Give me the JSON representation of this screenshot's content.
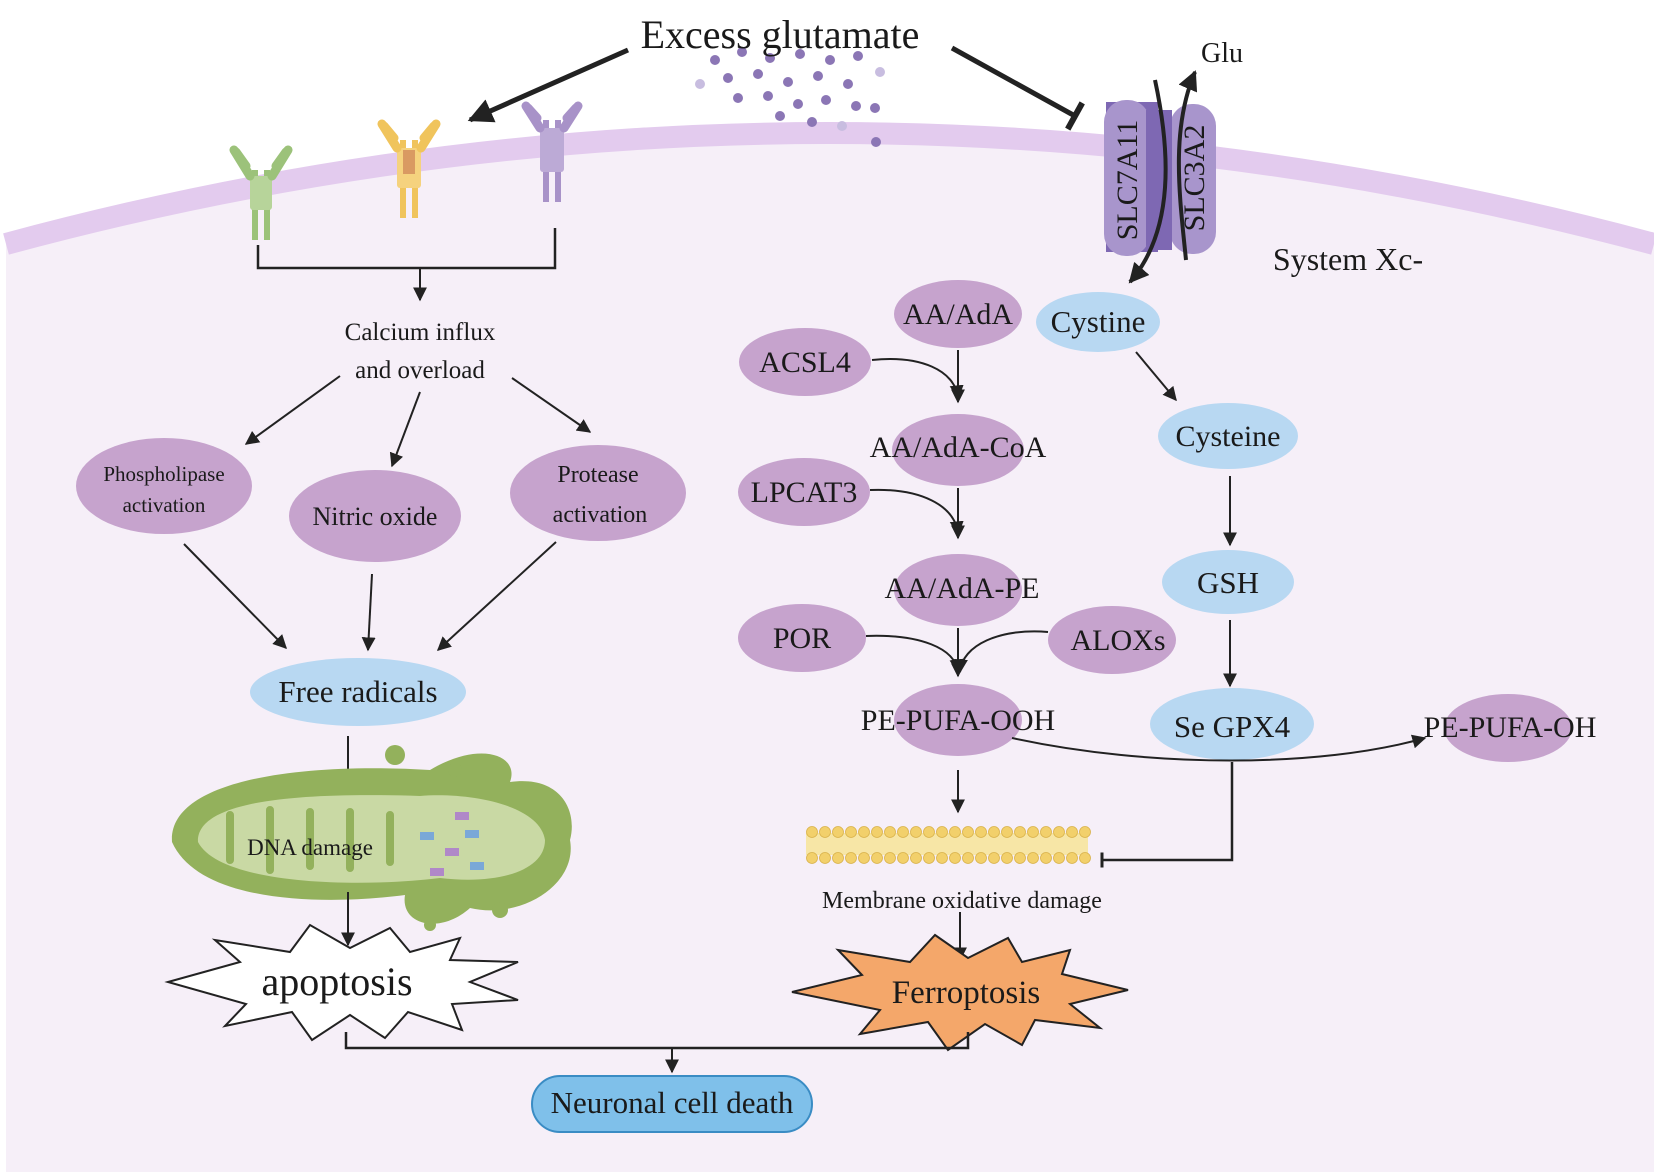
{
  "title": "Excess glutamate",
  "colors": {
    "cytoplasm": "#f6eff8",
    "membrane": "#e3cbee",
    "lilac_node": "#c6a3cd",
    "blue_node": "#b8d8f2",
    "death_node": "#7fc0ea",
    "ferroptosis": "#f4a76a",
    "mito_outer": "#93b15c",
    "mito_inner": "#c9d9a4",
    "receptor_green": "#9cc27a",
    "receptor_yellow": "#f0c45c",
    "receptor_purple": "#a892c8",
    "transporter": "#7e68b3",
    "lipid": "#f2d06b"
  },
  "labels": {
    "glu": "Glu",
    "slc7a11": "SLC7A11",
    "slc3a2": "SLC3A2",
    "system_xc": "System Xc-",
    "calcium_line1": "Calcium influx",
    "calcium_line2": "and overload",
    "phospholipase_line1": "Phospholipase",
    "phospholipase_line2": "activation",
    "nitric_oxide": "Nitric oxide",
    "protease_line1": "Protease",
    "protease_line2": "activation",
    "free_radicals": "Free radicals",
    "dna_damage": "DNA damage",
    "apoptosis": "apoptosis",
    "neuronal_death": "Neuronal cell death",
    "aa_ada": "AA/AdA",
    "acsl4": "ACSL4",
    "aa_ada_coa": "AA/AdA-CoA",
    "lpcat3": "LPCAT3",
    "aa_ada_pe": "AA/AdA-PE",
    "por": "POR",
    "aloxs": "ALOXs",
    "pe_pufa_ooh": "PE-PUFA-OOH",
    "membrane_damage": "Membrane oxidative damage",
    "ferroptosis": "Ferroptosis",
    "cystine": "Cystine",
    "cysteine": "Cysteine",
    "gsh": "GSH",
    "se_gpx4": "Se GPX4",
    "pe_pufa_oh": "PE-PUFA-OH"
  }
}
